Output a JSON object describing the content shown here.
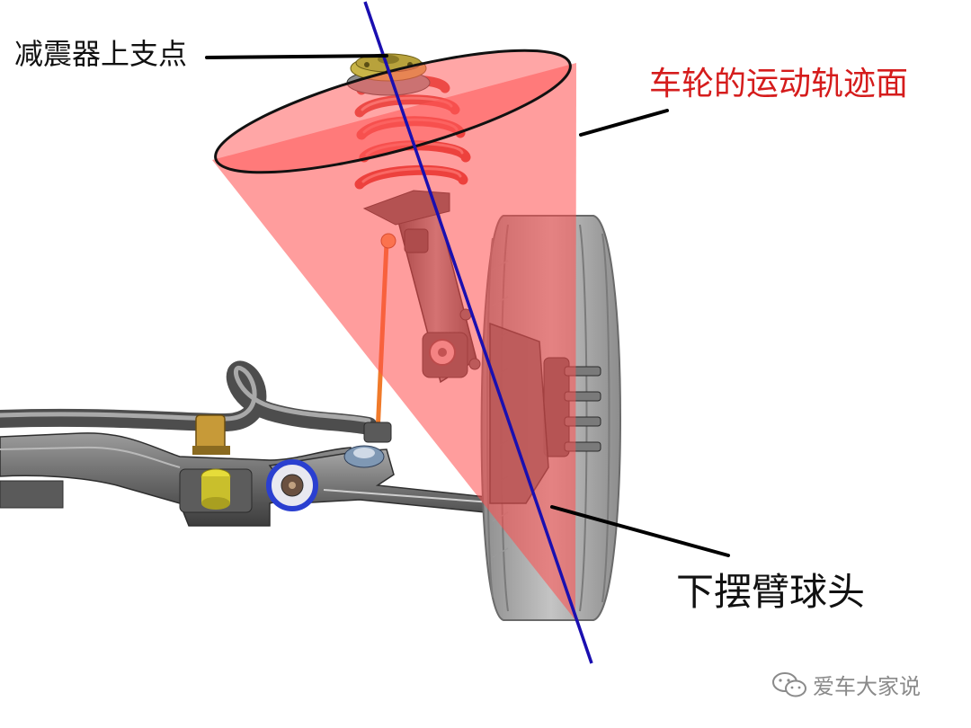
{
  "labels": {
    "shock_upper_mount": "减震器上支点",
    "wheel_motion_path": "车轮的运动轨迹面",
    "lower_arm_ball_joint": "下摆臂球头"
  },
  "watermark": {
    "text": "爱车大家说",
    "icon": "wechat-icon"
  },
  "colors": {
    "cone_fill": "#ff4d4d",
    "cone_opacity": 0.55,
    "axis_line": "#1a0fb0",
    "label_red": "#d51c1c",
    "label_black": "#111111",
    "spring": "#d8342a",
    "tire": "#b9b9b9",
    "subframe": "#6e6e6e",
    "stabilizer_link": "#f07a2a",
    "top_mount": "#b8a23c",
    "bushing_ring": "#2a3fd0"
  }
}
